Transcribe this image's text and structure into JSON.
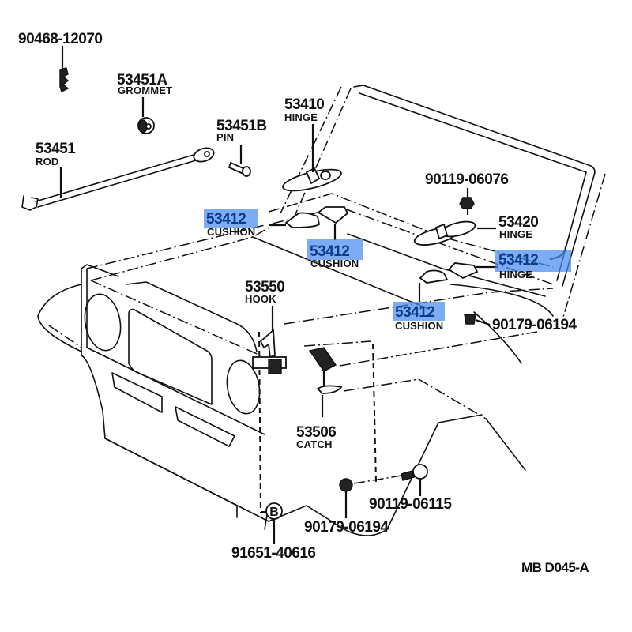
{
  "diagram": {
    "title_code": "MB  D045-A",
    "highlight_color": "#4a8ef0",
    "highlight_text_color": "#0f3a8a",
    "parts": [
      {
        "number": "90468-12070",
        "name": ""
      },
      {
        "number": "53451A",
        "name": "GROMMET"
      },
      {
        "number": "53451",
        "name": "ROD"
      },
      {
        "number": "53451B",
        "name": "PIN"
      },
      {
        "number": "53410",
        "name": "HINGE"
      },
      {
        "number": "53412",
        "name": "CUSHION",
        "highlighted": true
      },
      {
        "number": "53412",
        "name": "CUSHION",
        "highlighted": true
      },
      {
        "number": "90119-06076",
        "name": ""
      },
      {
        "number": "53420",
        "name": "HINGE"
      },
      {
        "number": "53412",
        "name": "HINGE",
        "highlighted": true
      },
      {
        "number": "53550",
        "name": "HOOK"
      },
      {
        "number": "53412",
        "name": "CUSHION",
        "highlighted": true
      },
      {
        "number": "90179-06194",
        "name": ""
      },
      {
        "number": "53506",
        "name": "CATCH"
      },
      {
        "number": "90119-06115",
        "name": ""
      },
      {
        "number": "90179-06194",
        "name": ""
      },
      {
        "number": "91651-40616",
        "name": ""
      }
    ],
    "bolt_marker": "B"
  }
}
